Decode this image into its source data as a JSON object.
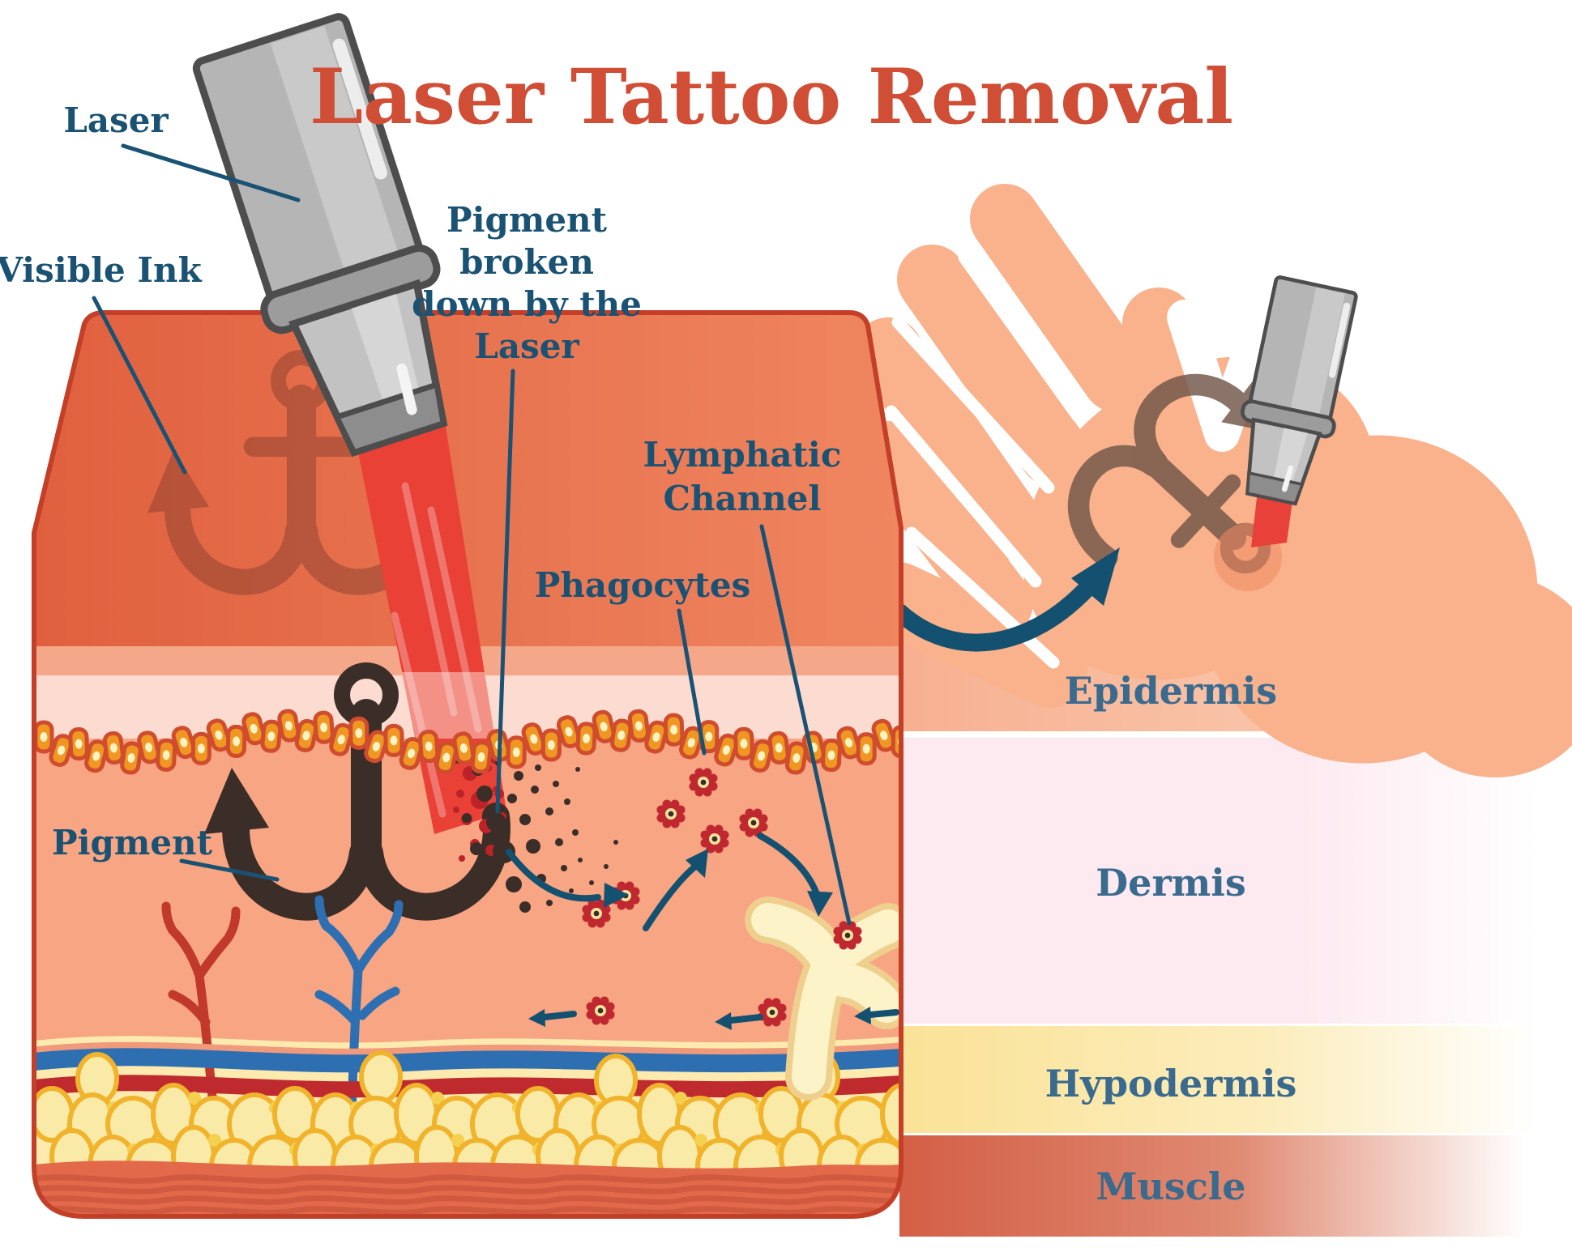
{
  "title": {
    "text": "Laser Tattoo Removal",
    "color": "#d14e36"
  },
  "annotations": {
    "laser": "Laser",
    "visible_ink": "Visible Ink",
    "pigment_broken": [
      "Pigment",
      "broken",
      "down by the",
      "Laser"
    ],
    "phagocytes": "Phagocytes",
    "lymphatic": [
      "Lymphatic",
      "Channel"
    ],
    "pigment": "Pigment"
  },
  "skin_layers": [
    {
      "label": "Epidermis",
      "color": "#f7b091"
    },
    {
      "label": "Dermis",
      "color": "#fdeef2"
    },
    {
      "label": "Hypodermis",
      "color": "#fae8a2"
    },
    {
      "label": "Muscle",
      "color": "#d96a4f"
    }
  ],
  "palette": {
    "label_ink": "#1a5273",
    "layer_label_ink": "#3a6a8e",
    "hand_skin": "#f9b28b",
    "skin_block_top": "#e0603e",
    "laser_beam": "#e94136",
    "epidermis_cell": "#ef9722",
    "phagocyte": "#c02830",
    "lymph_channel": "#fdf3c9",
    "flow_arrow": "#14506f",
    "pigment_particle": "#3b2d28"
  }
}
